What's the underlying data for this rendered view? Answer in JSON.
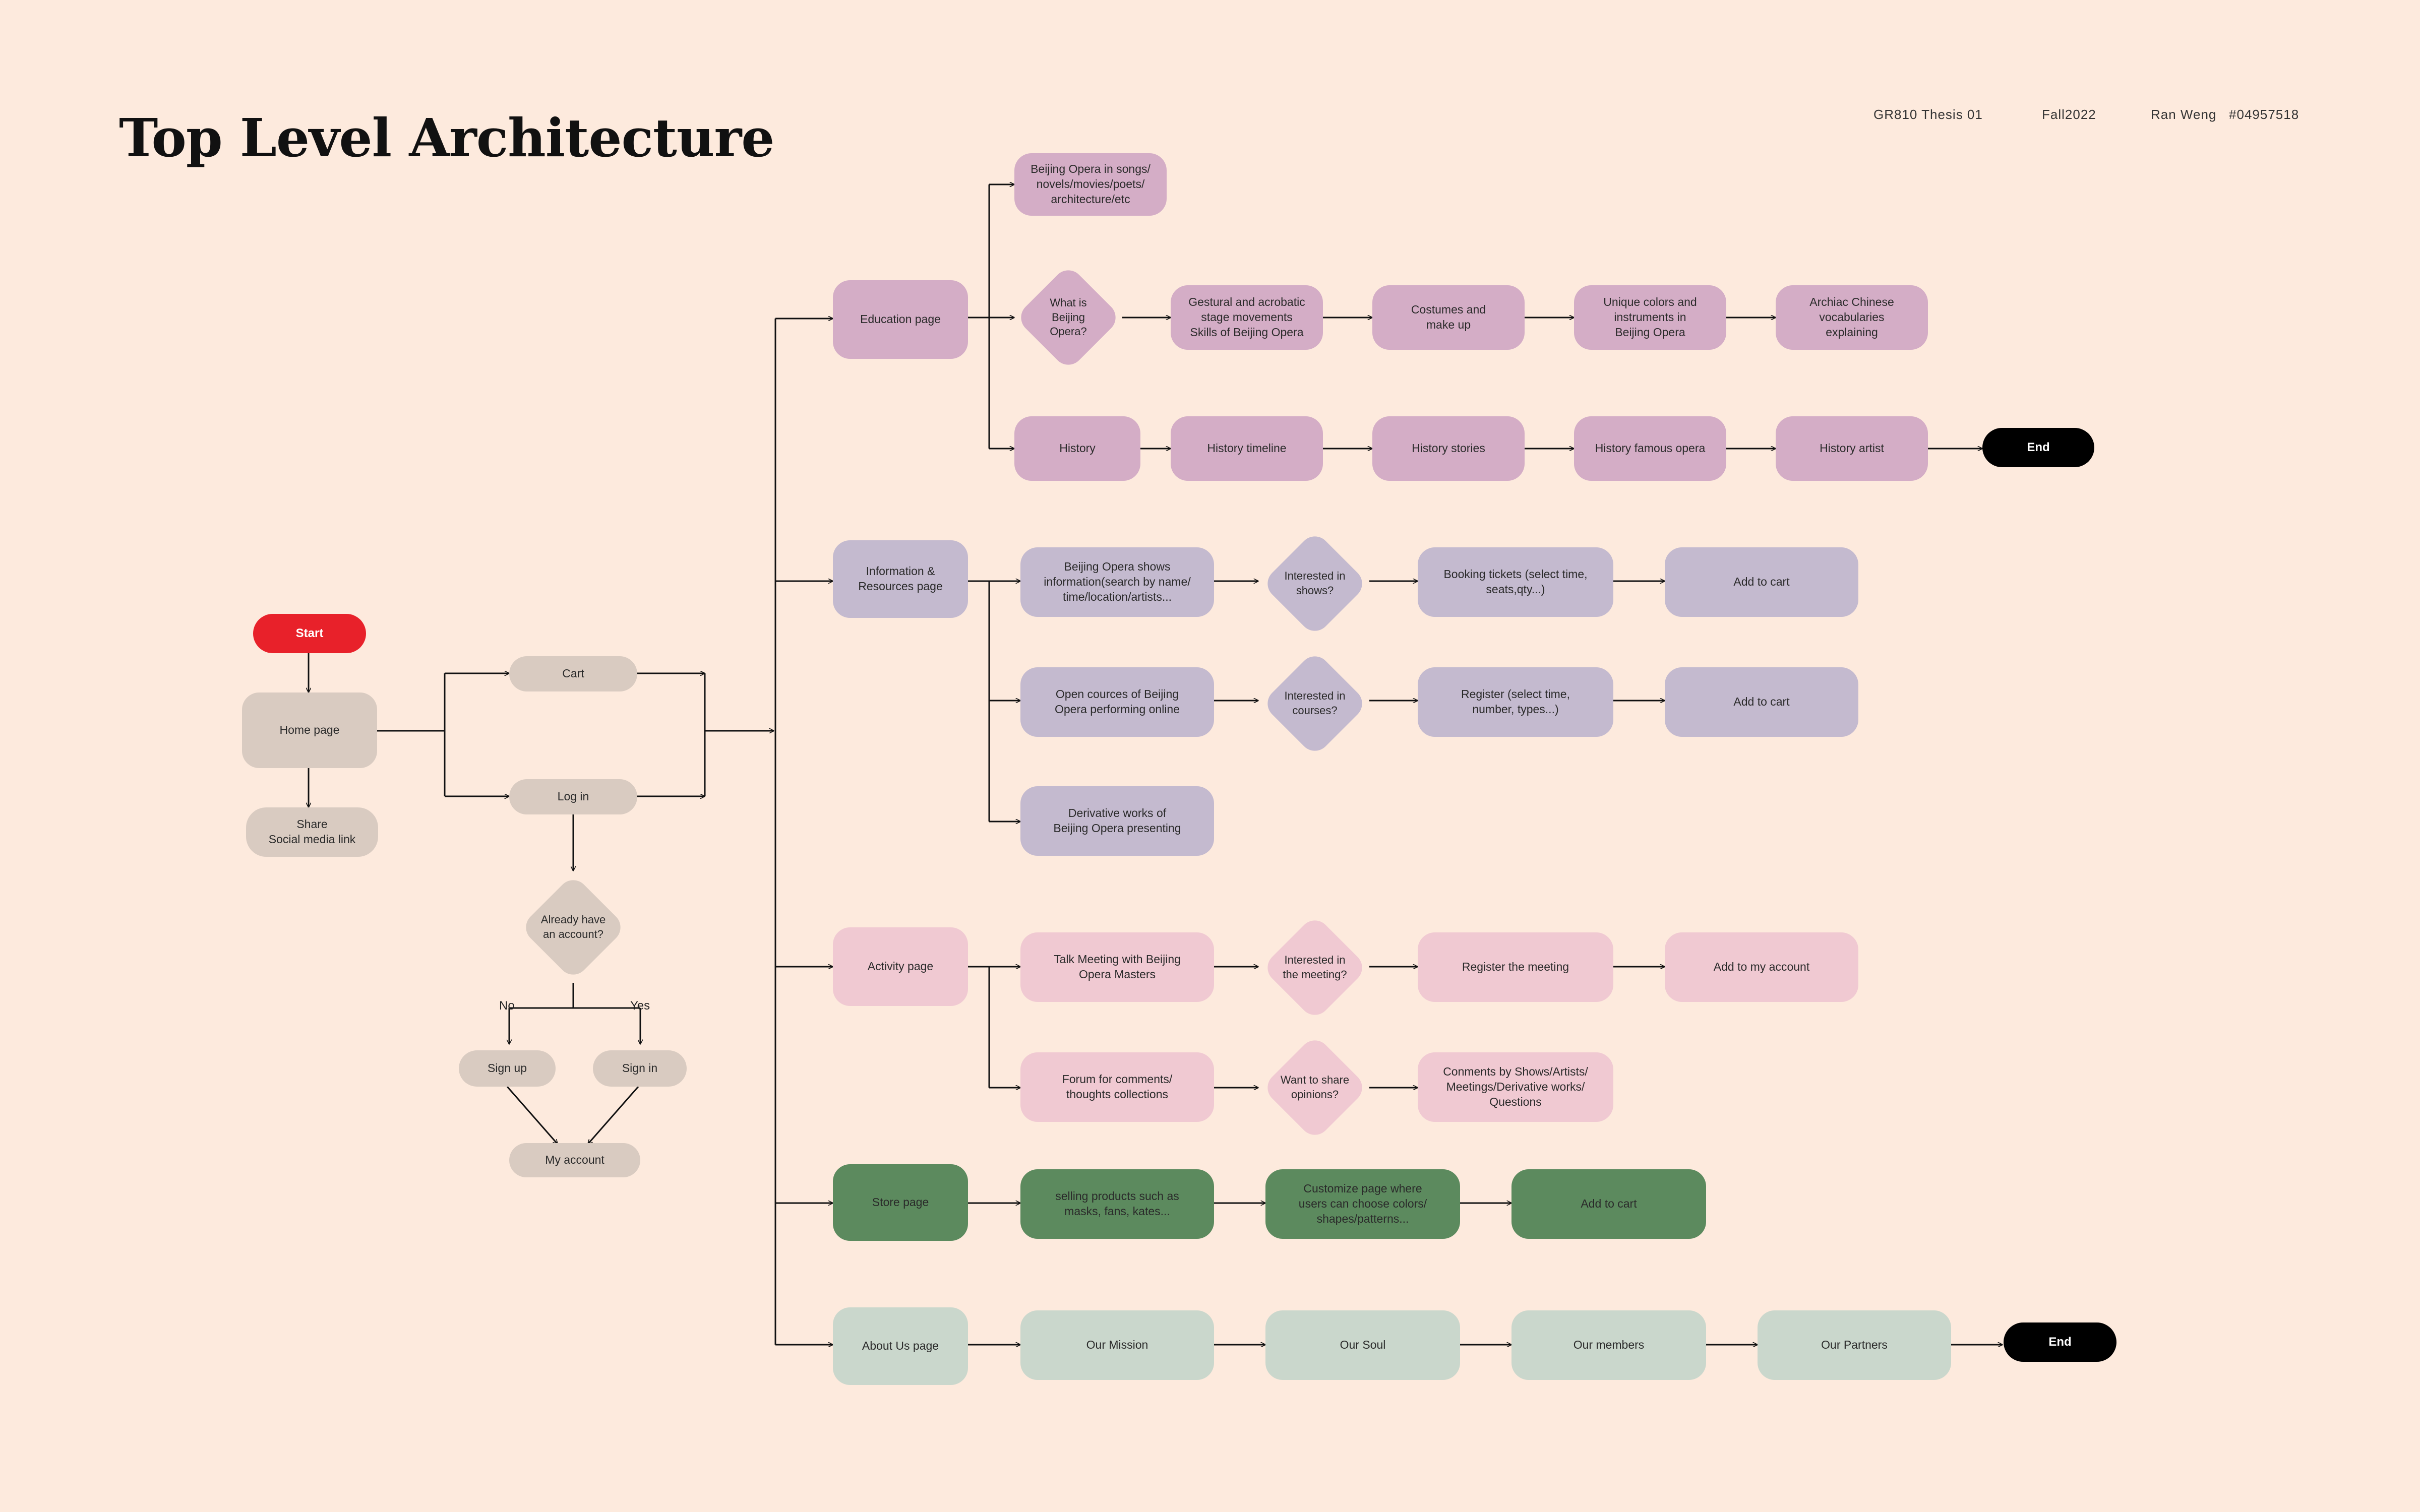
{
  "header": {
    "title": "Top Level Architecture",
    "course": "GR810 Thesis 01",
    "term": "Fall2022",
    "author": "Ran Weng   #04957518"
  },
  "colors": {
    "background": "#fdeadd",
    "neutral": "#d9cbc1",
    "start": "#e8212a",
    "end": "#000000",
    "education": "#d4adc6",
    "information": "#c4bacf",
    "activity": "#f0c9d2",
    "store": "#5c8a5e",
    "about": "#cad7cc"
  },
  "flow": {
    "start": "Start",
    "home": "Home page",
    "share": "Share\nSocial media link",
    "cart": "Cart",
    "login": "Log in",
    "already": "Already have\nan account?",
    "no": "No",
    "yes": "Yes",
    "signup": "Sign up",
    "signin": "Sign in",
    "myaccount": "My account"
  },
  "education": {
    "page": "Education page",
    "media": "Beijing Opera in songs/\nnovels/movies/poets/\narchitecture/etc",
    "what": "What is\nBeijing\nOpera?",
    "gestural": "Gestural and acrobatic\nstage movements\nSkills of Beijing Opera",
    "costumes": "Costumes and\nmake up",
    "colors": "Unique colors and\ninstruments in\nBeijing Opera",
    "archaic": "Archiac Chinese\nvocabularies\nexplaining",
    "history": "History",
    "timeline": "History timeline",
    "stories": "History stories",
    "famous": "History famous opera",
    "artist": "History artist",
    "end": "End"
  },
  "information": {
    "page": "Information &\nResources page",
    "shows": "Beijing Opera shows\ninformation(search by name/\ntime/location/artists...",
    "q_shows": "Interested in\nshows?",
    "booking": "Booking tickets (select time,\nseats,qty...)",
    "cart1": "Add to cart",
    "courses": "Open cources of Beijing\nOpera performing online",
    "q_courses": "Interested in\ncourses?",
    "register": "Register (select time,\nnumber, types...)",
    "cart2": "Add to cart",
    "derivative": "Derivative works of\nBeijing Opera presenting"
  },
  "activity": {
    "page": "Activity page",
    "talk": "Talk Meeting with Beijing\nOpera Masters",
    "q_meeting": "Interested in\nthe meeting?",
    "register": "Register the meeting",
    "add_account": "Add to my account",
    "forum": "Forum for comments/\nthoughts collections",
    "q_share": "Want to share\nopinions?",
    "comments": "Conments by Shows/Artists/\nMeetings/Derivative works/\nQuestions"
  },
  "store": {
    "page": "Store page",
    "selling": "selling products such as\nmasks, fans, kates...",
    "customize": "Customize page where\nusers can choose colors/\nshapes/patterns...",
    "cart": "Add to cart"
  },
  "about": {
    "page": "About Us page",
    "mission": "Our Mission",
    "soul": "Our Soul",
    "members": "Our members",
    "partners": "Our Partners",
    "end": "End"
  }
}
